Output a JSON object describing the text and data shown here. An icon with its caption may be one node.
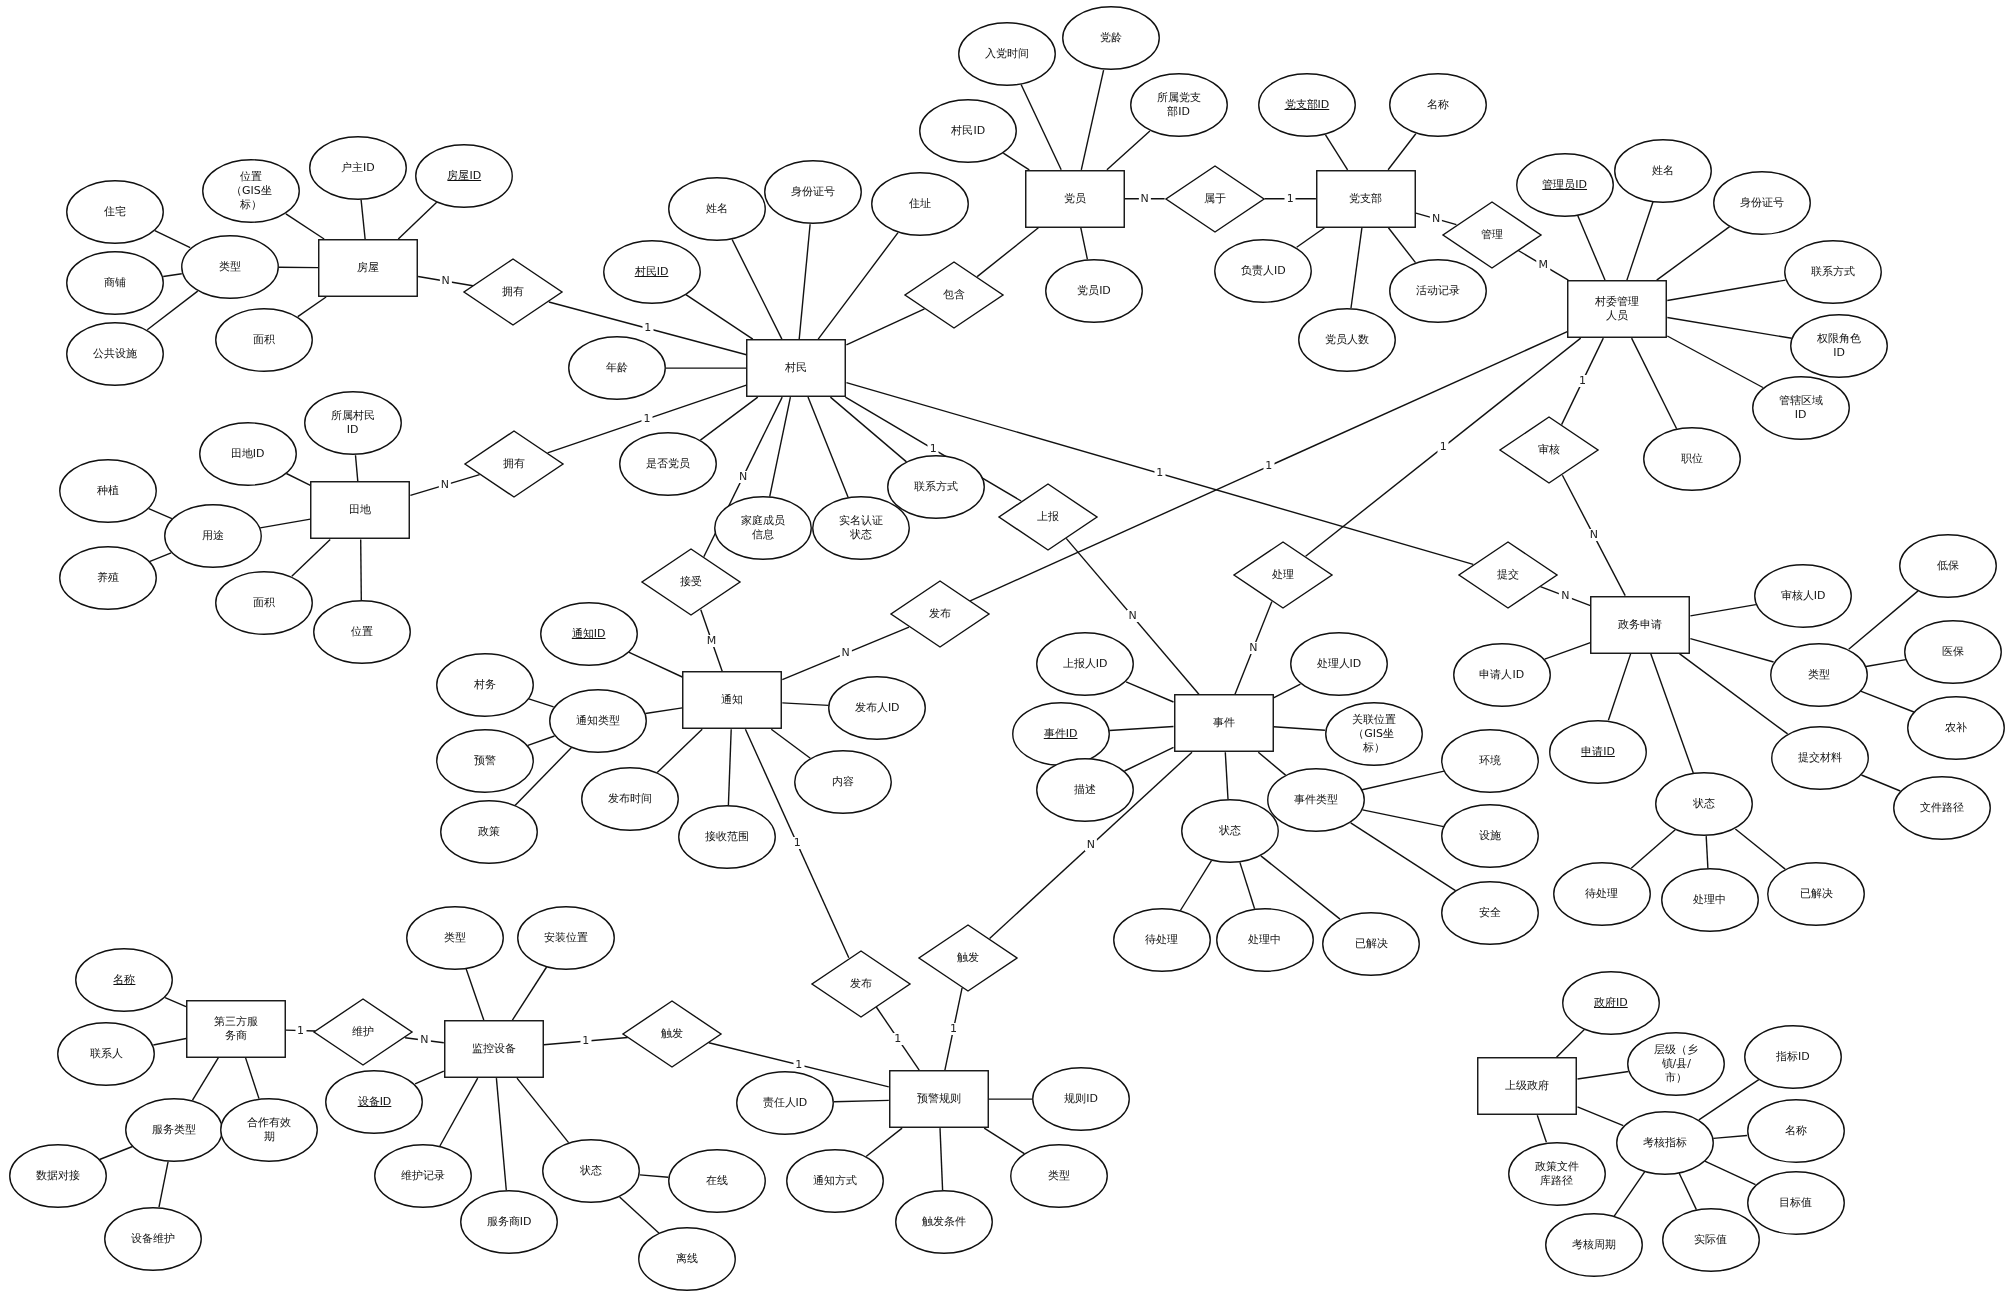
{
  "diagram": {
    "nodes": [
      {
        "text": [
          "房屋"
        ]
      },
      {
        "text": [
          "户主ID"
        ]
      },
      {
        "text": [
          "房屋ID"
        ]
      },
      {
        "text": [
          "位置（GIS坐标）"
        ]
      },
      {
        "text": [
          "类型"
        ]
      },
      {
        "text": [
          "住宅"
        ]
      },
      {
        "text": [
          "商铺"
        ]
      },
      {
        "text": [
          "公共设施"
        ]
      },
      {
        "text": [
          "面积"
        ]
      },
      {
        "text": [
          "拥有"
        ]
      },
      {
        "text": [
          "村民"
        ]
      },
      {
        "text": [
          "姓名"
        ]
      },
      {
        "text": [
          "身份证号"
        ]
      },
      {
        "text": [
          "住址"
        ]
      },
      {
        "text": [
          "村民ID"
        ]
      },
      {
        "text": [
          "年龄"
        ]
      },
      {
        "text": [
          "是否党员"
        ]
      },
      {
        "text": [
          "家庭成员信息"
        ]
      },
      {
        "text": [
          "实名认证状态"
        ]
      },
      {
        "text": [
          "联系方式"
        ]
      },
      {
        "text": [
          "田地"
        ]
      },
      {
        "text": [
          "所属村民ID"
        ]
      },
      {
        "text": [
          "田地ID"
        ]
      },
      {
        "text": [
          "用途"
        ]
      },
      {
        "text": [
          "种植"
        ]
      },
      {
        "text": [
          "养殖"
        ]
      },
      {
        "text": [
          "面积"
        ]
      },
      {
        "text": [
          "位置"
        ]
      },
      {
        "text": [
          "拥有"
        ]
      },
      {
        "text": [
          "党员"
        ]
      },
      {
        "text": [
          "入党时间"
        ]
      },
      {
        "text": [
          "党龄"
        ]
      },
      {
        "text": [
          "所属党支部ID"
        ]
      },
      {
        "text": [
          "村民ID"
        ]
      },
      {
        "text": [
          "党员ID"
        ]
      },
      {
        "text": [
          "包含"
        ]
      },
      {
        "text": [
          "属于"
        ]
      },
      {
        "text": [
          "党支部"
        ]
      },
      {
        "text": [
          "党支部ID"
        ]
      },
      {
        "text": [
          "名称"
        ]
      },
      {
        "text": [
          "负责人ID"
        ]
      },
      {
        "text": [
          "党员人数"
        ]
      },
      {
        "text": [
          "活动记录"
        ]
      },
      {
        "text": [
          "管理"
        ]
      },
      {
        "text": [
          "村委管理人员"
        ]
      },
      {
        "text": [
          "管理员ID"
        ]
      },
      {
        "text": [
          "姓名"
        ]
      },
      {
        "text": [
          "身份证号"
        ]
      },
      {
        "text": [
          "联系方式"
        ]
      },
      {
        "text": [
          "权限角色ID"
        ]
      },
      {
        "text": [
          "管辖区域ID"
        ]
      },
      {
        "text": [
          "职位"
        ]
      },
      {
        "text": [
          "审核"
        ]
      },
      {
        "text": [
          "接受"
        ]
      },
      {
        "text": [
          "发布"
        ]
      },
      {
        "text": [
          "上报"
        ]
      },
      {
        "text": [
          "处理"
        ]
      },
      {
        "text": [
          "提交"
        ]
      },
      {
        "text": [
          "通知"
        ]
      },
      {
        "text": [
          "通知ID"
        ]
      },
      {
        "text": [
          "通知类型"
        ]
      },
      {
        "text": [
          "村务"
        ]
      },
      {
        "text": [
          "预警"
        ]
      },
      {
        "text": [
          "政策"
        ]
      },
      {
        "text": [
          "发布人ID"
        ]
      },
      {
        "text": [
          "内容"
        ]
      },
      {
        "text": [
          "接收范围"
        ]
      },
      {
        "text": [
          "发布时间"
        ]
      },
      {
        "text": [
          "事件"
        ]
      },
      {
        "text": [
          "上报人ID"
        ]
      },
      {
        "text": [
          "事件ID"
        ]
      },
      {
        "text": [
          "描述"
        ]
      },
      {
        "text": [
          "状态"
        ]
      },
      {
        "text": [
          "待处理"
        ]
      },
      {
        "text": [
          "处理中"
        ]
      },
      {
        "text": [
          "已解决"
        ]
      },
      {
        "text": [
          "事件类型"
        ]
      },
      {
        "text": [
          "环境"
        ]
      },
      {
        "text": [
          "设施"
        ]
      },
      {
        "text": [
          "安全"
        ]
      },
      {
        "text": [
          "关联位置（GIS坐标）"
        ]
      },
      {
        "text": [
          "处理人ID"
        ]
      },
      {
        "text": [
          "政务申请"
        ]
      },
      {
        "text": [
          "审核人ID"
        ]
      },
      {
        "text": [
          "申请人ID"
        ]
      },
      {
        "text": [
          "申请ID"
        ]
      },
      {
        "text": [
          "状态"
        ]
      },
      {
        "text": [
          "待处理"
        ]
      },
      {
        "text": [
          "处理中"
        ]
      },
      {
        "text": [
          "已解决"
        ]
      },
      {
        "text": [
          "提交材料"
        ]
      },
      {
        "text": [
          "文件路径"
        ]
      },
      {
        "text": [
          "类型"
        ]
      },
      {
        "text": [
          "低保"
        ]
      },
      {
        "text": [
          "医保"
        ]
      },
      {
        "text": [
          "农补"
        ]
      },
      {
        "text": [
          "第三方服务商"
        ]
      },
      {
        "text": [
          "名称"
        ]
      },
      {
        "text": [
          "联系人"
        ]
      },
      {
        "text": [
          "服务类型"
        ]
      },
      {
        "text": [
          "数据对接"
        ]
      },
      {
        "text": [
          "设备维护"
        ]
      },
      {
        "text": [
          "合作有效期"
        ]
      },
      {
        "text": [
          "维护"
        ]
      },
      {
        "text": [
          "监控设备"
        ]
      },
      {
        "text": [
          "类型"
        ]
      },
      {
        "text": [
          "安装位置"
        ]
      },
      {
        "text": [
          "设备ID"
        ]
      },
      {
        "text": [
          "维护记录"
        ]
      },
      {
        "text": [
          "服务商ID"
        ]
      },
      {
        "text": [
          "状态"
        ]
      },
      {
        "text": [
          "在线"
        ]
      },
      {
        "text": [
          "离线"
        ]
      },
      {
        "text": [
          "触发"
        ]
      },
      {
        "text": [
          "发布"
        ]
      },
      {
        "text": [
          "触发"
        ]
      },
      {
        "text": [
          "预警规则"
        ]
      },
      {
        "text": [
          "责任人ID"
        ]
      },
      {
        "text": [
          "规则ID"
        ]
      },
      {
        "text": [
          "通知方式"
        ]
      },
      {
        "text": [
          "触发条件"
        ]
      },
      {
        "text": [
          "类型"
        ]
      },
      {
        "text": [
          "上级政府"
        ]
      },
      {
        "text": [
          "政府ID"
        ]
      },
      {
        "text": [
          "层级（乡镇/县/市）"
        ]
      },
      {
        "text": [
          "考核指标"
        ]
      },
      {
        "text": [
          "指标ID"
        ]
      },
      {
        "text": [
          "名称"
        ]
      },
      {
        "text": [
          "目标值"
        ]
      },
      {
        "text": [
          "考核周期"
        ]
      },
      {
        "text": [
          "实际值"
        ]
      },
      {
        "text": [
          "政策文件库路径"
        ]
      }
    ],
    "edges": [
      {
        "from": 0,
        "to": 9,
        "arrow": "none",
        "label": "N"
      },
      {
        "from": 9,
        "to": 10,
        "arrow": "none",
        "label": "1"
      },
      {
        "from": 20,
        "to": 28,
        "arrow": "none",
        "label": "N"
      },
      {
        "from": 28,
        "to": 10,
        "arrow": "none",
        "label": "1"
      },
      {
        "from": 10,
        "to": 35,
        "arrow": "none"
      },
      {
        "from": 35,
        "to": 29,
        "arrow": "none"
      },
      {
        "from": 29,
        "to": 36,
        "arrow": "none",
        "label": "N"
      },
      {
        "from": 36,
        "to": 37,
        "arrow": "none",
        "label": "1"
      },
      {
        "from": 37,
        "to": 43,
        "arrow": "none",
        "label": "N"
      },
      {
        "from": 43,
        "to": 44,
        "arrow": "none",
        "label": "M"
      },
      {
        "from": 10,
        "to": 53,
        "arrow": "none",
        "label": "N"
      },
      {
        "from": 53,
        "to": 58,
        "arrow": "none",
        "label": "M"
      },
      {
        "from": 58,
        "to": 54,
        "arrow": "none",
        "label": "N"
      },
      {
        "from": 54,
        "to": 44,
        "arrow": "none",
        "label": "1"
      },
      {
        "from": 10,
        "to": 55,
        "arrow": "none",
        "label": "1"
      },
      {
        "from": 55,
        "to": 68,
        "arrow": "none",
        "label": "N"
      },
      {
        "from": 44,
        "to": 56,
        "arrow": "none",
        "label": "1"
      },
      {
        "from": 56,
        "to": 68,
        "arrow": "none",
        "label": "N"
      },
      {
        "from": 44,
        "to": 52,
        "arrow": "none",
        "label": "1"
      },
      {
        "from": 52,
        "to": 82,
        "arrow": "none",
        "label": "N"
      },
      {
        "from": 10,
        "to": 57,
        "arrow": "none",
        "label": "1"
      },
      {
        "from": 57,
        "to": 82,
        "arrow": "none",
        "label": "N"
      },
      {
        "from": 96,
        "to": 103,
        "arrow": "none",
        "label": "1"
      },
      {
        "from": 103,
        "to": 104,
        "arrow": "none",
        "label": "N"
      },
      {
        "from": 104,
        "to": 113,
        "arrow": "none",
        "label": "1"
      },
      {
        "from": 113,
        "to": 116,
        "arrow": "none",
        "label": "1"
      },
      {
        "from": 58,
        "to": 114,
        "arrow": "none",
        "label": "1"
      },
      {
        "from": 114,
        "to": 116,
        "arrow": "none",
        "label": "1"
      },
      {
        "from": 68,
        "to": 115,
        "arrow": "none",
        "label": "N"
      },
      {
        "from": 115,
        "to": 116,
        "arrow": "none",
        "label": "1"
      },
      {
        "from": 0,
        "to": 1,
        "arrow": "none"
      },
      {
        "from": 0,
        "to": 2,
        "arrow": "none"
      },
      {
        "from": 0,
        "to": 3,
        "arrow": "none"
      },
      {
        "from": 0,
        "to": 4,
        "arrow": "none"
      },
      {
        "from": 0,
        "to": 8,
        "arrow": "none"
      },
      {
        "from": 4,
        "to": 5,
        "arrow": "none"
      },
      {
        "from": 4,
        "to": 6,
        "arrow": "none"
      },
      {
        "from": 4,
        "to": 7,
        "arrow": "none"
      },
      {
        "from": 10,
        "to": 11,
        "arrow": "none"
      },
      {
        "from": 10,
        "to": 12,
        "arrow": "none"
      },
      {
        "from": 10,
        "to": 13,
        "arrow": "none"
      },
      {
        "from": 10,
        "to": 14,
        "arrow": "none"
      },
      {
        "from": 10,
        "to": 15,
        "arrow": "none"
      },
      {
        "from": 10,
        "to": 16,
        "arrow": "none"
      },
      {
        "from": 10,
        "to": 17,
        "arrow": "none"
      },
      {
        "from": 10,
        "to": 18,
        "arrow": "none"
      },
      {
        "from": 10,
        "to": 19,
        "arrow": "none"
      },
      {
        "from": 20,
        "to": 21,
        "arrow": "none"
      },
      {
        "from": 20,
        "to": 22,
        "arrow": "none"
      },
      {
        "from": 20,
        "to": 23,
        "arrow": "none"
      },
      {
        "from": 20,
        "to": 26,
        "arrow": "none"
      },
      {
        "from": 20,
        "to": 27,
        "arrow": "none"
      },
      {
        "from": 23,
        "to": 24,
        "arrow": "none"
      },
      {
        "from": 23,
        "to": 25,
        "arrow": "none"
      },
      {
        "from": 29,
        "to": 30,
        "arrow": "none"
      },
      {
        "from": 29,
        "to": 31,
        "arrow": "none"
      },
      {
        "from": 29,
        "to": 32,
        "arrow": "none"
      },
      {
        "from": 29,
        "to": 33,
        "arrow": "none"
      },
      {
        "from": 29,
        "to": 34,
        "arrow": "none"
      },
      {
        "from": 37,
        "to": 38,
        "arrow": "none"
      },
      {
        "from": 37,
        "to": 39,
        "arrow": "none"
      },
      {
        "from": 37,
        "to": 40,
        "arrow": "none"
      },
      {
        "from": 37,
        "to": 41,
        "arrow": "none"
      },
      {
        "from": 37,
        "to": 42,
        "arrow": "none"
      },
      {
        "from": 44,
        "to": 45,
        "arrow": "none"
      },
      {
        "from": 44,
        "to": 46,
        "arrow": "none"
      },
      {
        "from": 44,
        "to": 47,
        "arrow": "none"
      },
      {
        "from": 44,
        "to": 48,
        "arrow": "none"
      },
      {
        "from": 44,
        "to": 49,
        "arrow": "none"
      },
      {
        "from": 44,
        "to": 50,
        "arrow": "none"
      },
      {
        "from": 44,
        "to": 51,
        "arrow": "none"
      },
      {
        "from": 58,
        "to": 59,
        "arrow": "none"
      },
      {
        "from": 58,
        "to": 60,
        "arrow": "none"
      },
      {
        "from": 58,
        "to": 64,
        "arrow": "none"
      },
      {
        "from": 58,
        "to": 65,
        "arrow": "none"
      },
      {
        "from": 58,
        "to": 66,
        "arrow": "none"
      },
      {
        "from": 58,
        "to": 67,
        "arrow": "none"
      },
      {
        "from": 60,
        "to": 61,
        "arrow": "none"
      },
      {
        "from": 60,
        "to": 62,
        "arrow": "none"
      },
      {
        "from": 60,
        "to": 63,
        "arrow": "none"
      },
      {
        "from": 68,
        "to": 69,
        "arrow": "none"
      },
      {
        "from": 68,
        "to": 70,
        "arrow": "none"
      },
      {
        "from": 68,
        "to": 71,
        "arrow": "none"
      },
      {
        "from": 68,
        "to": 72,
        "arrow": "none"
      },
      {
        "from": 68,
        "to": 76,
        "arrow": "none"
      },
      {
        "from": 68,
        "to": 80,
        "arrow": "none"
      },
      {
        "from": 68,
        "to": 81,
        "arrow": "none"
      },
      {
        "from": 72,
        "to": 73,
        "arrow": "none"
      },
      {
        "from": 72,
        "to": 74,
        "arrow": "none"
      },
      {
        "from": 72,
        "to": 75,
        "arrow": "none"
      },
      {
        "from": 76,
        "to": 77,
        "arrow": "none"
      },
      {
        "from": 76,
        "to": 78,
        "arrow": "none"
      },
      {
        "from": 76,
        "to": 79,
        "arrow": "none"
      },
      {
        "from": 82,
        "to": 83,
        "arrow": "none"
      },
      {
        "from": 82,
        "to": 84,
        "arrow": "none"
      },
      {
        "from": 82,
        "to": 85,
        "arrow": "none"
      },
      {
        "from": 82,
        "to": 86,
        "arrow": "none"
      },
      {
        "from": 82,
        "to": 90,
        "arrow": "none"
      },
      {
        "from": 82,
        "to": 92,
        "arrow": "none"
      },
      {
        "from": 86,
        "to": 87,
        "arrow": "none"
      },
      {
        "from": 86,
        "to": 88,
        "arrow": "none"
      },
      {
        "from": 86,
        "to": 89,
        "arrow": "none"
      },
      {
        "from": 90,
        "to": 91,
        "arrow": "none"
      },
      {
        "from": 92,
        "to": 93,
        "arrow": "none"
      },
      {
        "from": 92,
        "to": 94,
        "arrow": "none"
      },
      {
        "from": 92,
        "to": 95,
        "arrow": "none"
      },
      {
        "from": 96,
        "to": 97,
        "arrow": "none"
      },
      {
        "from": 96,
        "to": 98,
        "arrow": "none"
      },
      {
        "from": 96,
        "to": 99,
        "arrow": "none"
      },
      {
        "from": 96,
        "to": 102,
        "arrow": "none"
      },
      {
        "from": 99,
        "to": 100,
        "arrow": "none"
      },
      {
        "from": 99,
        "to": 101,
        "arrow": "none"
      },
      {
        "from": 104,
        "to": 105,
        "arrow": "none"
      },
      {
        "from": 104,
        "to": 106,
        "arrow": "none"
      },
      {
        "from": 104,
        "to": 107,
        "arrow": "none"
      },
      {
        "from": 104,
        "to": 108,
        "arrow": "none"
      },
      {
        "from": 104,
        "to": 109,
        "arrow": "none"
      },
      {
        "from": 104,
        "to": 110,
        "arrow": "none"
      },
      {
        "from": 110,
        "to": 111,
        "arrow": "none"
      },
      {
        "from": 110,
        "to": 112,
        "arrow": "none"
      },
      {
        "from": 116,
        "to": 117,
        "arrow": "none"
      },
      {
        "from": 116,
        "to": 118,
        "arrow": "none"
      },
      {
        "from": 116,
        "to": 119,
        "arrow": "none"
      },
      {
        "from": 116,
        "to": 120,
        "arrow": "none"
      },
      {
        "from": 116,
        "to": 121,
        "arrow": "none"
      },
      {
        "from": 122,
        "to": 123,
        "arrow": "none"
      },
      {
        "from": 122,
        "to": 124,
        "arrow": "none"
      },
      {
        "from": 122,
        "to": 125,
        "arrow": "none"
      },
      {
        "from": 122,
        "to": 131,
        "arrow": "none"
      },
      {
        "from": 125,
        "to": 126,
        "arrow": "none"
      },
      {
        "from": 125,
        "to": 127,
        "arrow": "none"
      },
      {
        "from": 125,
        "to": 128,
        "arrow": "none"
      },
      {
        "from": 125,
        "to": 129,
        "arrow": "none"
      },
      {
        "from": 125,
        "to": 130,
        "arrow": "none"
      }
    ]
  }
}
